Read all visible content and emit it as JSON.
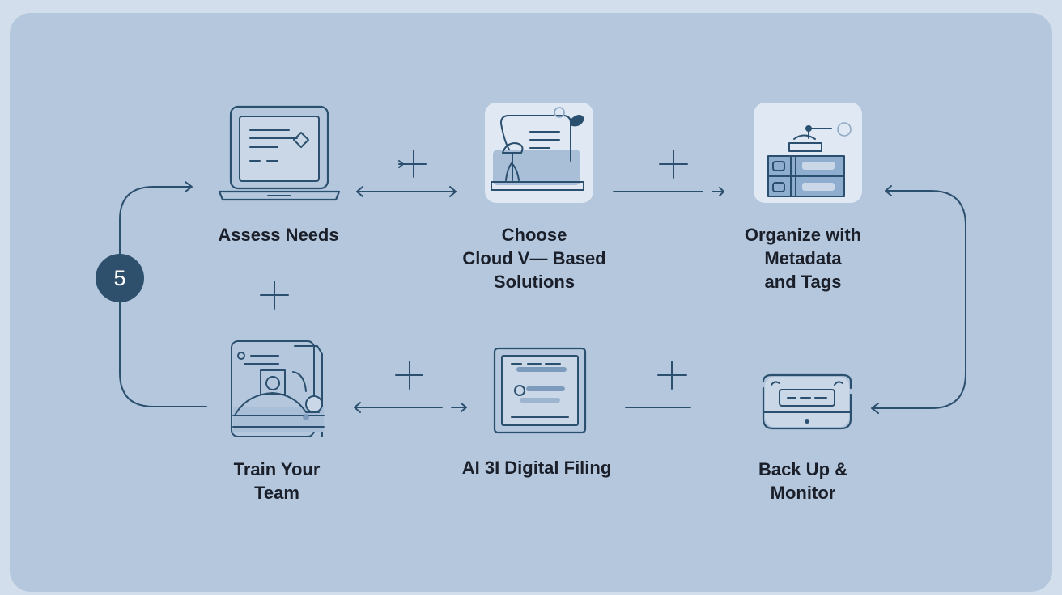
{
  "steps": {
    "assess": {
      "label": "Assess Needs",
      "icon": "laptop-document-icon"
    },
    "choose": {
      "label": "Choose\nCloud V— Based\nSolutions",
      "icon": "cloud-document-icon"
    },
    "organize": {
      "label": "Organize with\nMetadata\nand Tags",
      "icon": "server-rack-icon"
    },
    "train": {
      "label": "Train Your\nTeam",
      "icon": "team-training-icon"
    },
    "digital": {
      "label": "AI 3I Digital Filing",
      "icon": "digital-document-icon"
    },
    "backup": {
      "label": "Back Up &\nMonitor",
      "icon": "backup-device-icon"
    }
  },
  "badge": {
    "value": "5"
  },
  "colors": {
    "background": "#d3deec",
    "panel": "#b4c7dd",
    "card": "#dfe8f3",
    "stroke": "#2b4f6e",
    "badge": "#2f506c"
  }
}
